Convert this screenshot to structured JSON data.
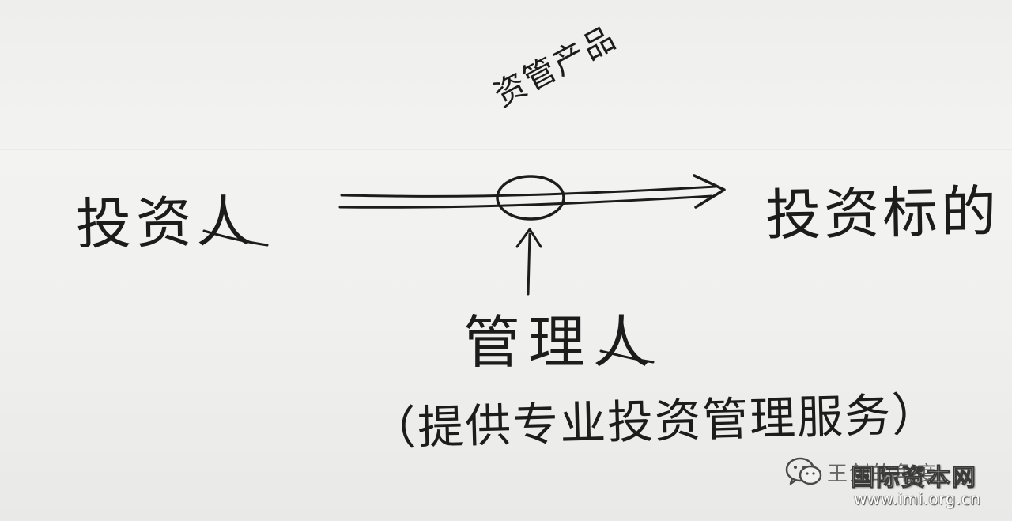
{
  "nodes": {
    "investor": "投资人",
    "target": "投资标的",
    "product": "资管产品",
    "manager": "管理人",
    "service": "（提供专业投资管理服务）"
  },
  "watermark": {
    "name": "王剑的角度",
    "brand": "国际资本网",
    "url": "www.imi.org.cn",
    "icon": "wechat-icon"
  },
  "colors": {
    "ink": "#1c1c1c",
    "paper": "#f1f1ef"
  }
}
